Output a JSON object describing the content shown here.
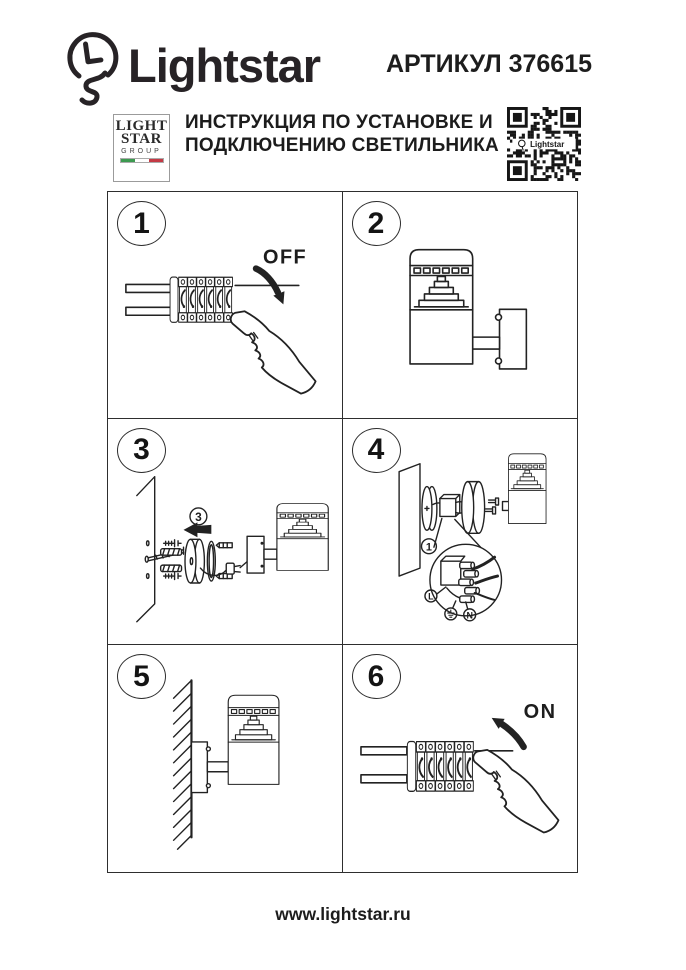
{
  "header": {
    "brand": "Lightstar",
    "article_label": "АРТИКУЛ 376615"
  },
  "subheader": {
    "logo_box": {
      "line1": "LIGHT",
      "line2": "STAR",
      "line3": "GROUP"
    },
    "title_line1": "ИНСТРУКЦИЯ ПО УСТАНОВКЕ И",
    "title_line2": "ПОДКЛЮЧЕНИЮ СВЕТИЛЬНИКА",
    "qr_label": "Lightstar"
  },
  "steps": [
    {
      "number": "1",
      "annotation": "OFF"
    },
    {
      "number": "2"
    },
    {
      "number": "3",
      "callout": "3"
    },
    {
      "number": "4",
      "callout": "1",
      "wire_labels": {
        "line": "L",
        "neutral": "N",
        "earth": "⏚"
      }
    },
    {
      "number": "5"
    },
    {
      "number": "6",
      "annotation": "ON"
    }
  ],
  "footer": {
    "url": "www.lightstar.ru"
  },
  "colors": {
    "ink": "#222222",
    "flag_green": "#3d9a50",
    "flag_red": "#c43a45"
  }
}
